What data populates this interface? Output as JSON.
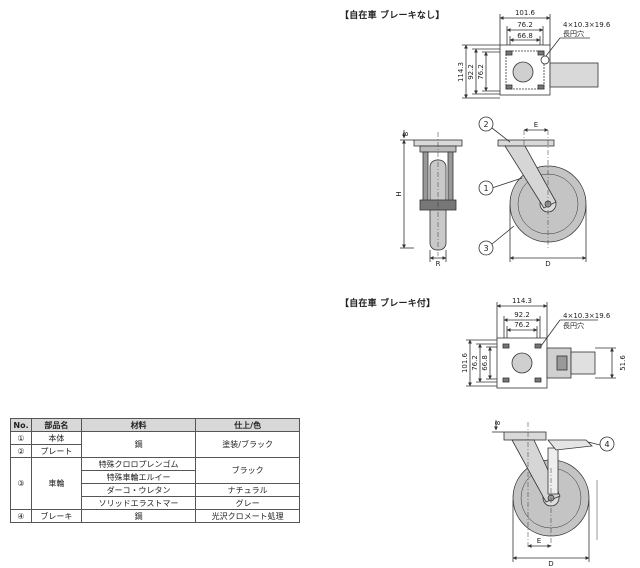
{
  "sections": {
    "no_brake": {
      "title": "【自在車 ブレーキなし】"
    },
    "brake": {
      "title": "【自在車 ブレーキ付】"
    }
  },
  "dims": {
    "d101_6": "101.6",
    "d76_2": "76.2",
    "d66_8": "66.8",
    "d114_3": "114.3",
    "d92_2": "92.2",
    "hole_spec": "4×10.3×19.6",
    "hole_name": "長円穴",
    "d51_6": "51.6",
    "d8": "8",
    "H": "H",
    "R": "R",
    "E": "E",
    "D": "D"
  },
  "callouts": {
    "c1": "1",
    "c2": "2",
    "c3": "3",
    "c4": "4"
  },
  "parts_table": {
    "headers": [
      "No.",
      "部品名",
      "材料",
      "仕上/色"
    ],
    "rows": [
      {
        "no": "①",
        "name": "本体",
        "material": "鋼",
        "finish": "塗装/ブラック"
      },
      {
        "no": "②",
        "name": "プレート"
      },
      {
        "no": "③",
        "name": "車輪",
        "material": "特殊クロロプレンゴム",
        "finish": "ブラック"
      },
      {
        "material": "特殊車輪エルイー"
      },
      {
        "material": "ダーコ・ウレタン",
        "finish": "ナチュラル"
      },
      {
        "material": "ソリッドエラストマー",
        "finish": "グレー"
      },
      {
        "no": "④",
        "name": "ブレーキ",
        "material": "鋼",
        "finish": "光沢クロメート処理"
      }
    ]
  }
}
